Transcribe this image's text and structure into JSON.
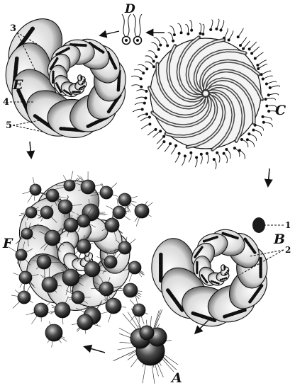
{
  "figure": {
    "panels": [
      {
        "id": "A",
        "label": "A"
      },
      {
        "id": "B",
        "label": "B"
      },
      {
        "id": "C",
        "label": "C"
      },
      {
        "id": "D",
        "label": "D"
      },
      {
        "id": "E",
        "label": "E"
      },
      {
        "id": "F",
        "label": "F"
      }
    ],
    "callouts": {
      "n1": "1",
      "n2": "2",
      "n3": "3",
      "n4": "4",
      "n5": "5"
    }
  },
  "colors": {
    "ink": "#111111",
    "paper": "#ffffff",
    "shade": "#7a7a7a"
  },
  "icons": [
    "cycle-arrow-icon"
  ]
}
